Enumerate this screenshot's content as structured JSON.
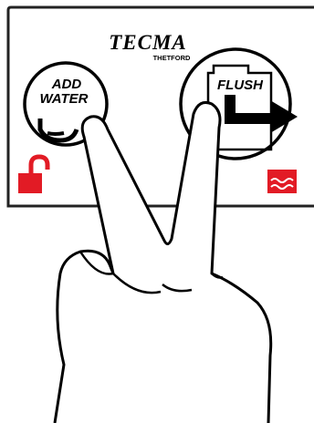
{
  "panel": {
    "brand": "TECMA",
    "brand_sub": "THETFORD"
  },
  "buttons": {
    "add_water_line1": "ADD",
    "add_water_line2": "WATER",
    "flush": "FLUSH"
  },
  "icons": {
    "left_indicator": "open-padlock-icon",
    "right_indicator": "water-level-icon",
    "hand": "hand-icon"
  },
  "colors": {
    "indicator": "#e21b25",
    "outline": "#000000",
    "panel_border": "#222222",
    "background": "#ffffff"
  }
}
